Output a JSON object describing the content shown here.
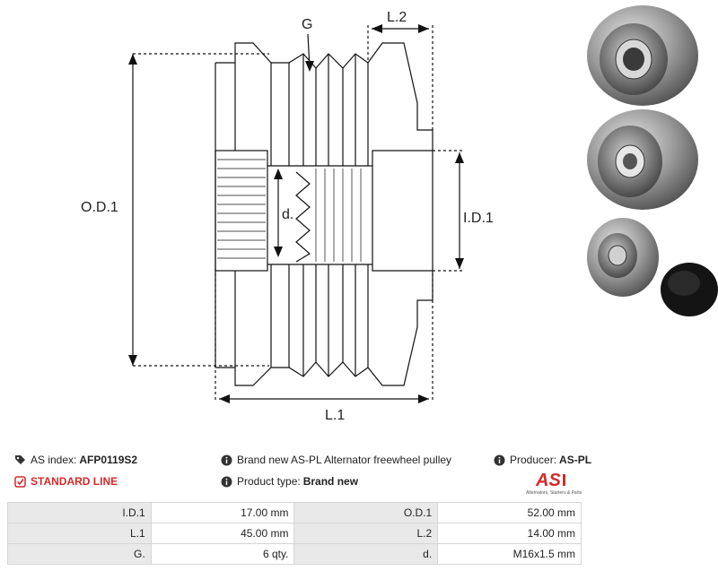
{
  "drawing": {
    "labels": {
      "g": "G",
      "l2": "L.2",
      "od1": "O.D.1",
      "d": "d.",
      "id1": "I.D.1",
      "l1": "L.1"
    }
  },
  "info": {
    "as_index_label": "AS index:",
    "as_index_value": "AFP0119S2",
    "standard_line": "STANDARD LINE",
    "description": "Brand new AS-PL Alternator freewheel pulley",
    "product_type_label": "Product type:",
    "product_type_value": "Brand new",
    "producer_label": "Producer:",
    "producer_value": "AS-PL"
  },
  "logo": {
    "text": "AS",
    "tagline": "Alternators, Starters & Parts"
  },
  "specs": [
    [
      "I.D.1",
      "17.00 mm",
      "O.D.1",
      "52.00 mm"
    ],
    [
      "L.1",
      "45.00 mm",
      "L.2",
      "14.00 mm"
    ],
    [
      "G.",
      "6 qty.",
      "d.",
      "M16x1.5 mm"
    ]
  ],
  "colors": {
    "accent_red": "#d42a2a",
    "table_label_bg": "#e9e9e9"
  }
}
